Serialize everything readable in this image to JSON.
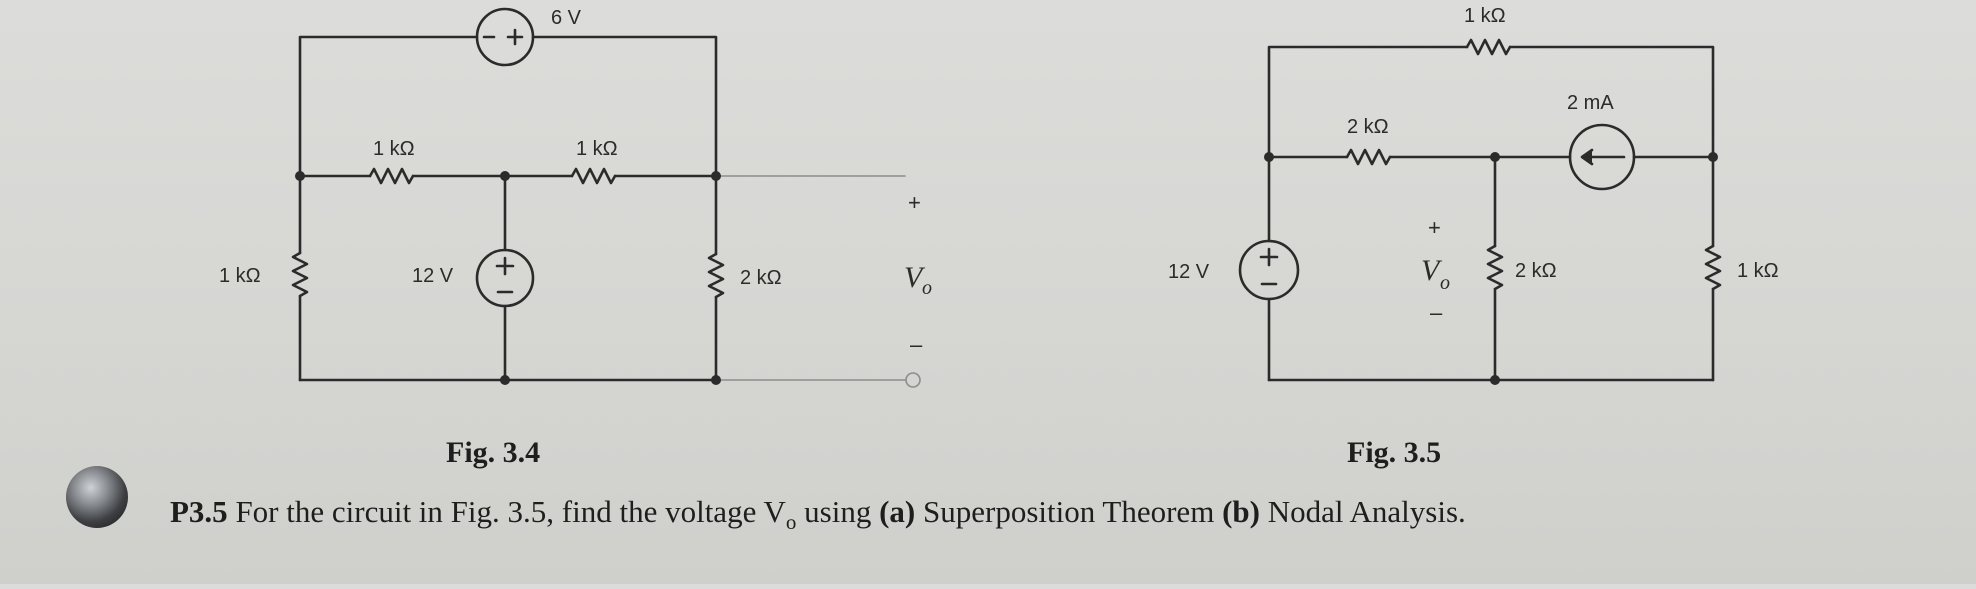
{
  "fig34": {
    "caption": "Fig. 3.4",
    "source_top_label": "6 V",
    "source_top_polarity": "− +",
    "source_mid_label": "12 V",
    "r_left_label": "1 kΩ",
    "r_top_mid_left_label": "1 kΩ",
    "r_top_mid_right_label": "1 kΩ",
    "r_right_label": "2 kΩ",
    "out_plus": "+",
    "out_var": "V",
    "out_sub": "o",
    "out_minus": "–"
  },
  "fig35": {
    "caption": "Fig. 3.5",
    "r_top_label": "1 kΩ",
    "r_mid_label": "2 kΩ",
    "current_source_label": "2 mA",
    "source_label": "12 V",
    "r_center_label": "2 kΩ",
    "r_right_label": "1 kΩ",
    "out_plus": "+",
    "out_var": "V",
    "out_sub": "o",
    "out_minus": "–"
  },
  "problem": {
    "number": "P3.5",
    "text_1": "For the circuit in Fig. 3.5, find the voltage V",
    "text_sub": "o",
    "text_2": " using ",
    "part_a": "(a)",
    "text_3": " Superposition Theorem ",
    "part_b": "(b)",
    "text_4": " Nodal Analysis."
  },
  "colors": {
    "ink": "#2b2b2b",
    "background": "#d6d6d3"
  },
  "icons": [
    "resistor-icon",
    "voltage-source-icon",
    "current-source-icon",
    "terminal-icon",
    "bullet-icon"
  ]
}
